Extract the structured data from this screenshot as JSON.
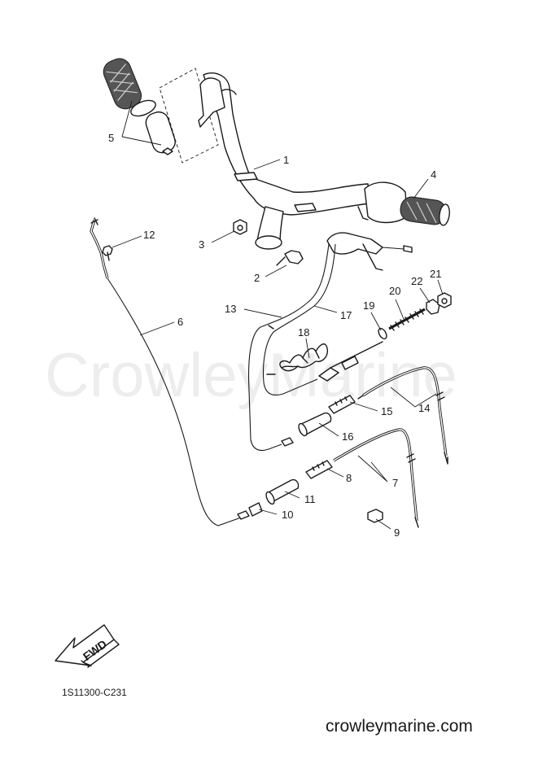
{
  "diagram": {
    "callouts": [
      "1",
      "2",
      "3",
      "4",
      "5",
      "6",
      "7",
      "8",
      "9",
      "10",
      "11",
      "12",
      "13",
      "14",
      "15",
      "16",
      "17",
      "18",
      "19",
      "20",
      "21",
      "22"
    ],
    "arrow_label": "FWD",
    "diagram_code": "1S11300-C231",
    "watermark": "CrowleyMarine",
    "website": "crowleymarine.com"
  }
}
